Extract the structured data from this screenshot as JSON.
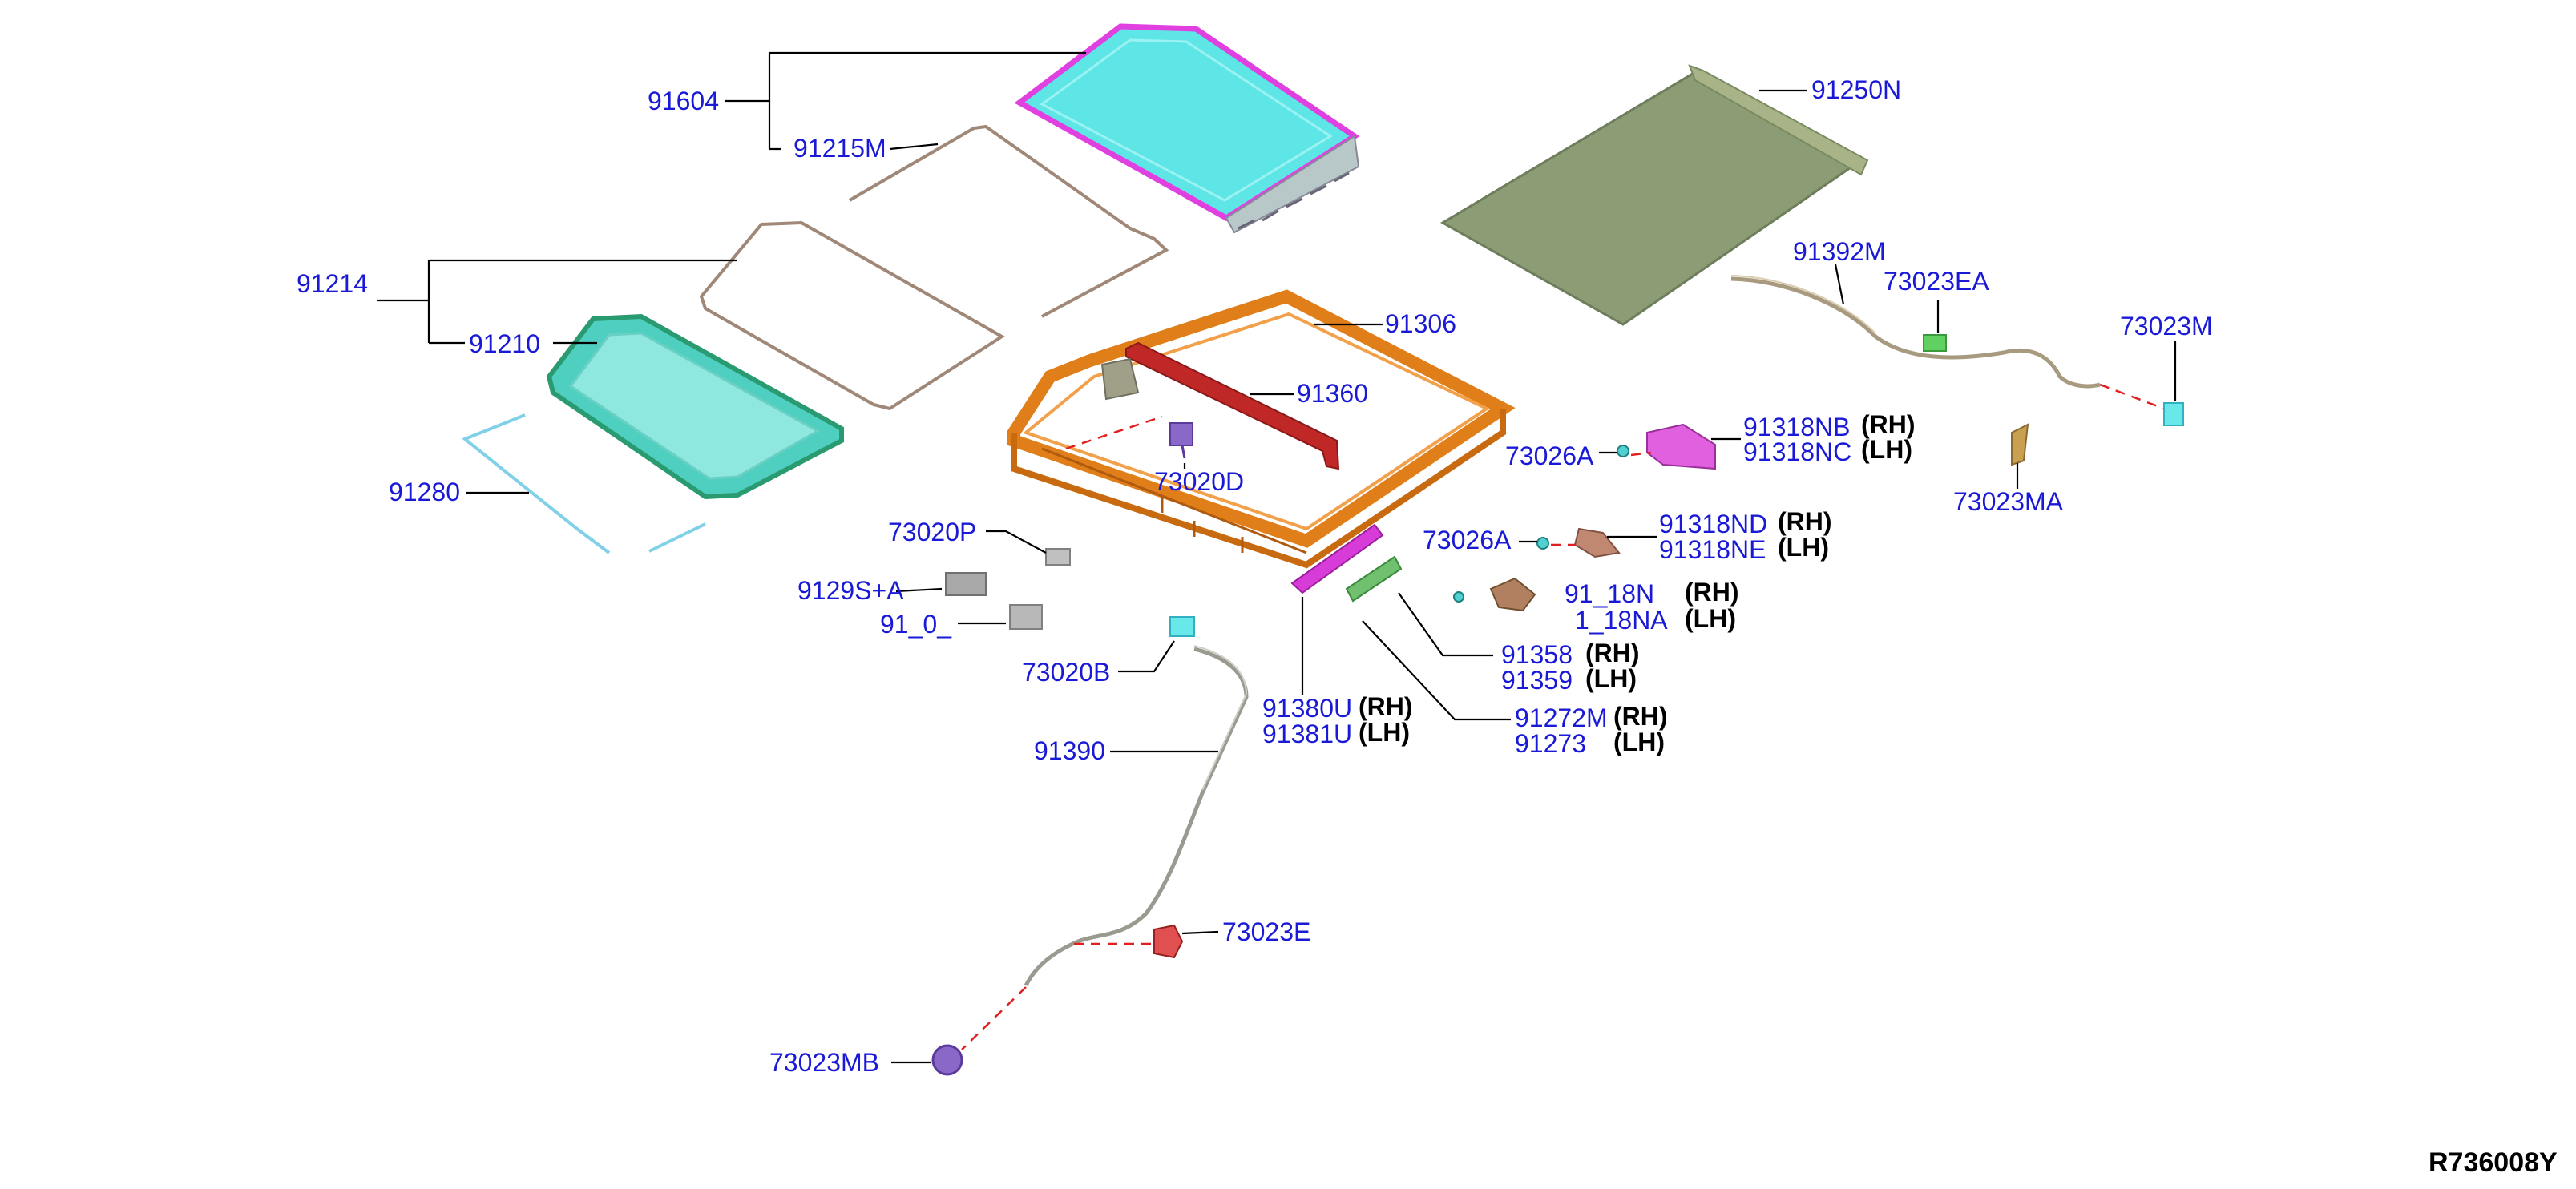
{
  "diagram": {
    "reference_code": "R736008Y",
    "side_rh": "(RH)",
    "side_lh": "(LH)",
    "parts": {
      "p91604": "91604",
      "p91215M": "91215M",
      "p91214": "91214",
      "p91210": "91210",
      "p91280": "91280",
      "p91250N": "91250N",
      "p91392M": "91392M",
      "p73023EA": "73023EA",
      "p73023M": "73023M",
      "p73023MA": "73023MA",
      "p91306": "91306",
      "p91360": "91360",
      "p73020D": "73020D",
      "p73026A_upper": "73026A",
      "p91318NB": "91318NB",
      "p91318NC": "91318NC",
      "p73026A_lower": "73026A",
      "p91318ND": "91318ND",
      "p91318NE": "91318NE",
      "p91318N_partial": "91_18N",
      "p91318NA_partial": "1_18NA",
      "p73020P": "73020P",
      "p91295A_partial": "9129S+A",
      "p912xx_partial": "91_0_",
      "p73020B": "73020B",
      "p91358": "91358",
      "p91359": "91359",
      "p91380U": "91380U",
      "p91381U": "91381U",
      "p91272M": "91272M",
      "p91273": "91273",
      "p91390": "91390",
      "p73023E": "73023E",
      "p73023MB": "73023MB"
    },
    "colors": {
      "label_blue": "#1a1ad6",
      "glass_cyan": "#5ee6e6",
      "glass_frame_magenta": "#e040e0",
      "sunshade_olive": "#8c9c74",
      "main_frame_orange": "#e07f1a",
      "deflector_red": "#c02828",
      "rail_magenta": "#d83cd8",
      "inner_glass_teal": "#6ed8d0",
      "seal_outline": "#9a8070",
      "motor_purple": "#8a68c8",
      "red_dash": "#e02020"
    }
  }
}
